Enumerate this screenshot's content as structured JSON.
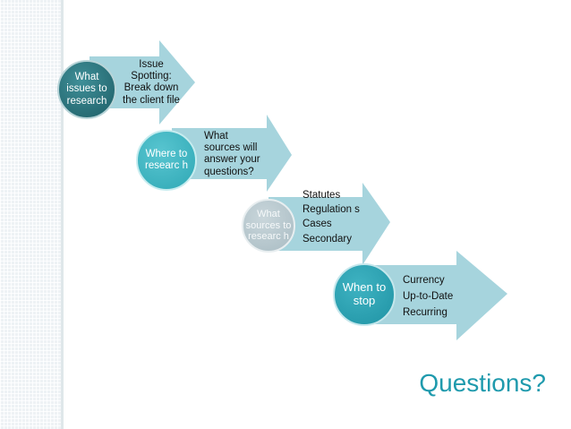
{
  "steps": [
    {
      "circle": "What issues to research",
      "details": [
        "Issue Spotting: Break down the client file"
      ]
    },
    {
      "circle": "Where to researc h",
      "details": [
        "What sources will answer your questions?"
      ]
    },
    {
      "circle": "What sources to researc h",
      "details": [
        "Statutes",
        "Regulation s",
        "Cases",
        "Secondary"
      ]
    },
    {
      "circle": "When to stop",
      "details": [
        "Currency",
        "Up-to-Date",
        "Recurring"
      ]
    }
  ],
  "closing": "Questions?",
  "colors": {
    "arrow_fill": "#a6d4dd",
    "circle_dark": "#226670",
    "circle_bright": "#3cb4c2",
    "circle_faded": "#b6c7cd",
    "closing_text": "#1f9aad"
  }
}
